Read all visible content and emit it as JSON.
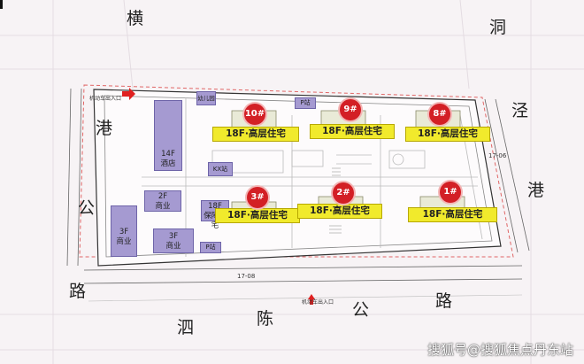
{
  "roads": {
    "top_left": "横",
    "top_right": "洞",
    "left": [
      "港",
      "公",
      "路"
    ],
    "right": [
      "泾",
      "港"
    ],
    "bottom": [
      "泗",
      "陈",
      "公",
      "路"
    ]
  },
  "road_codes": {
    "east": "17-06",
    "south": "17-08"
  },
  "entrances": {
    "west": "机动车出入口",
    "south": "机动车出入口"
  },
  "towers": [
    {
      "id": "10#",
      "label": "18F·高层住宅"
    },
    {
      "id": "9#",
      "label": "18F·高层住宅"
    },
    {
      "id": "8#",
      "label": "18F·高层住宅"
    },
    {
      "id": "3#",
      "label": "18F·高层住宅"
    },
    {
      "id": "2#",
      "label": "18F·高层住宅"
    },
    {
      "id": "1#",
      "label": "18F·高层住宅"
    }
  ],
  "amenities": {
    "b14": [
      "14F",
      "酒店"
    ],
    "b2a": [
      "2F",
      "商业"
    ],
    "b3a": [
      "3F",
      "商业"
    ],
    "b3b": [
      "3F",
      "商业"
    ],
    "b18": [
      "18F",
      "保障住宅"
    ],
    "kindergarten": "幼儿园",
    "station_a": "KX站",
    "station_b": "P站",
    "station_c": "P站"
  },
  "watermark": "搜狐号@搜狐焦点丹东站",
  "colors": {
    "badge": "#d31f25",
    "banner": "#f1ea2c",
    "commercial": "#a59ad1",
    "arrow": "#e02020"
  }
}
